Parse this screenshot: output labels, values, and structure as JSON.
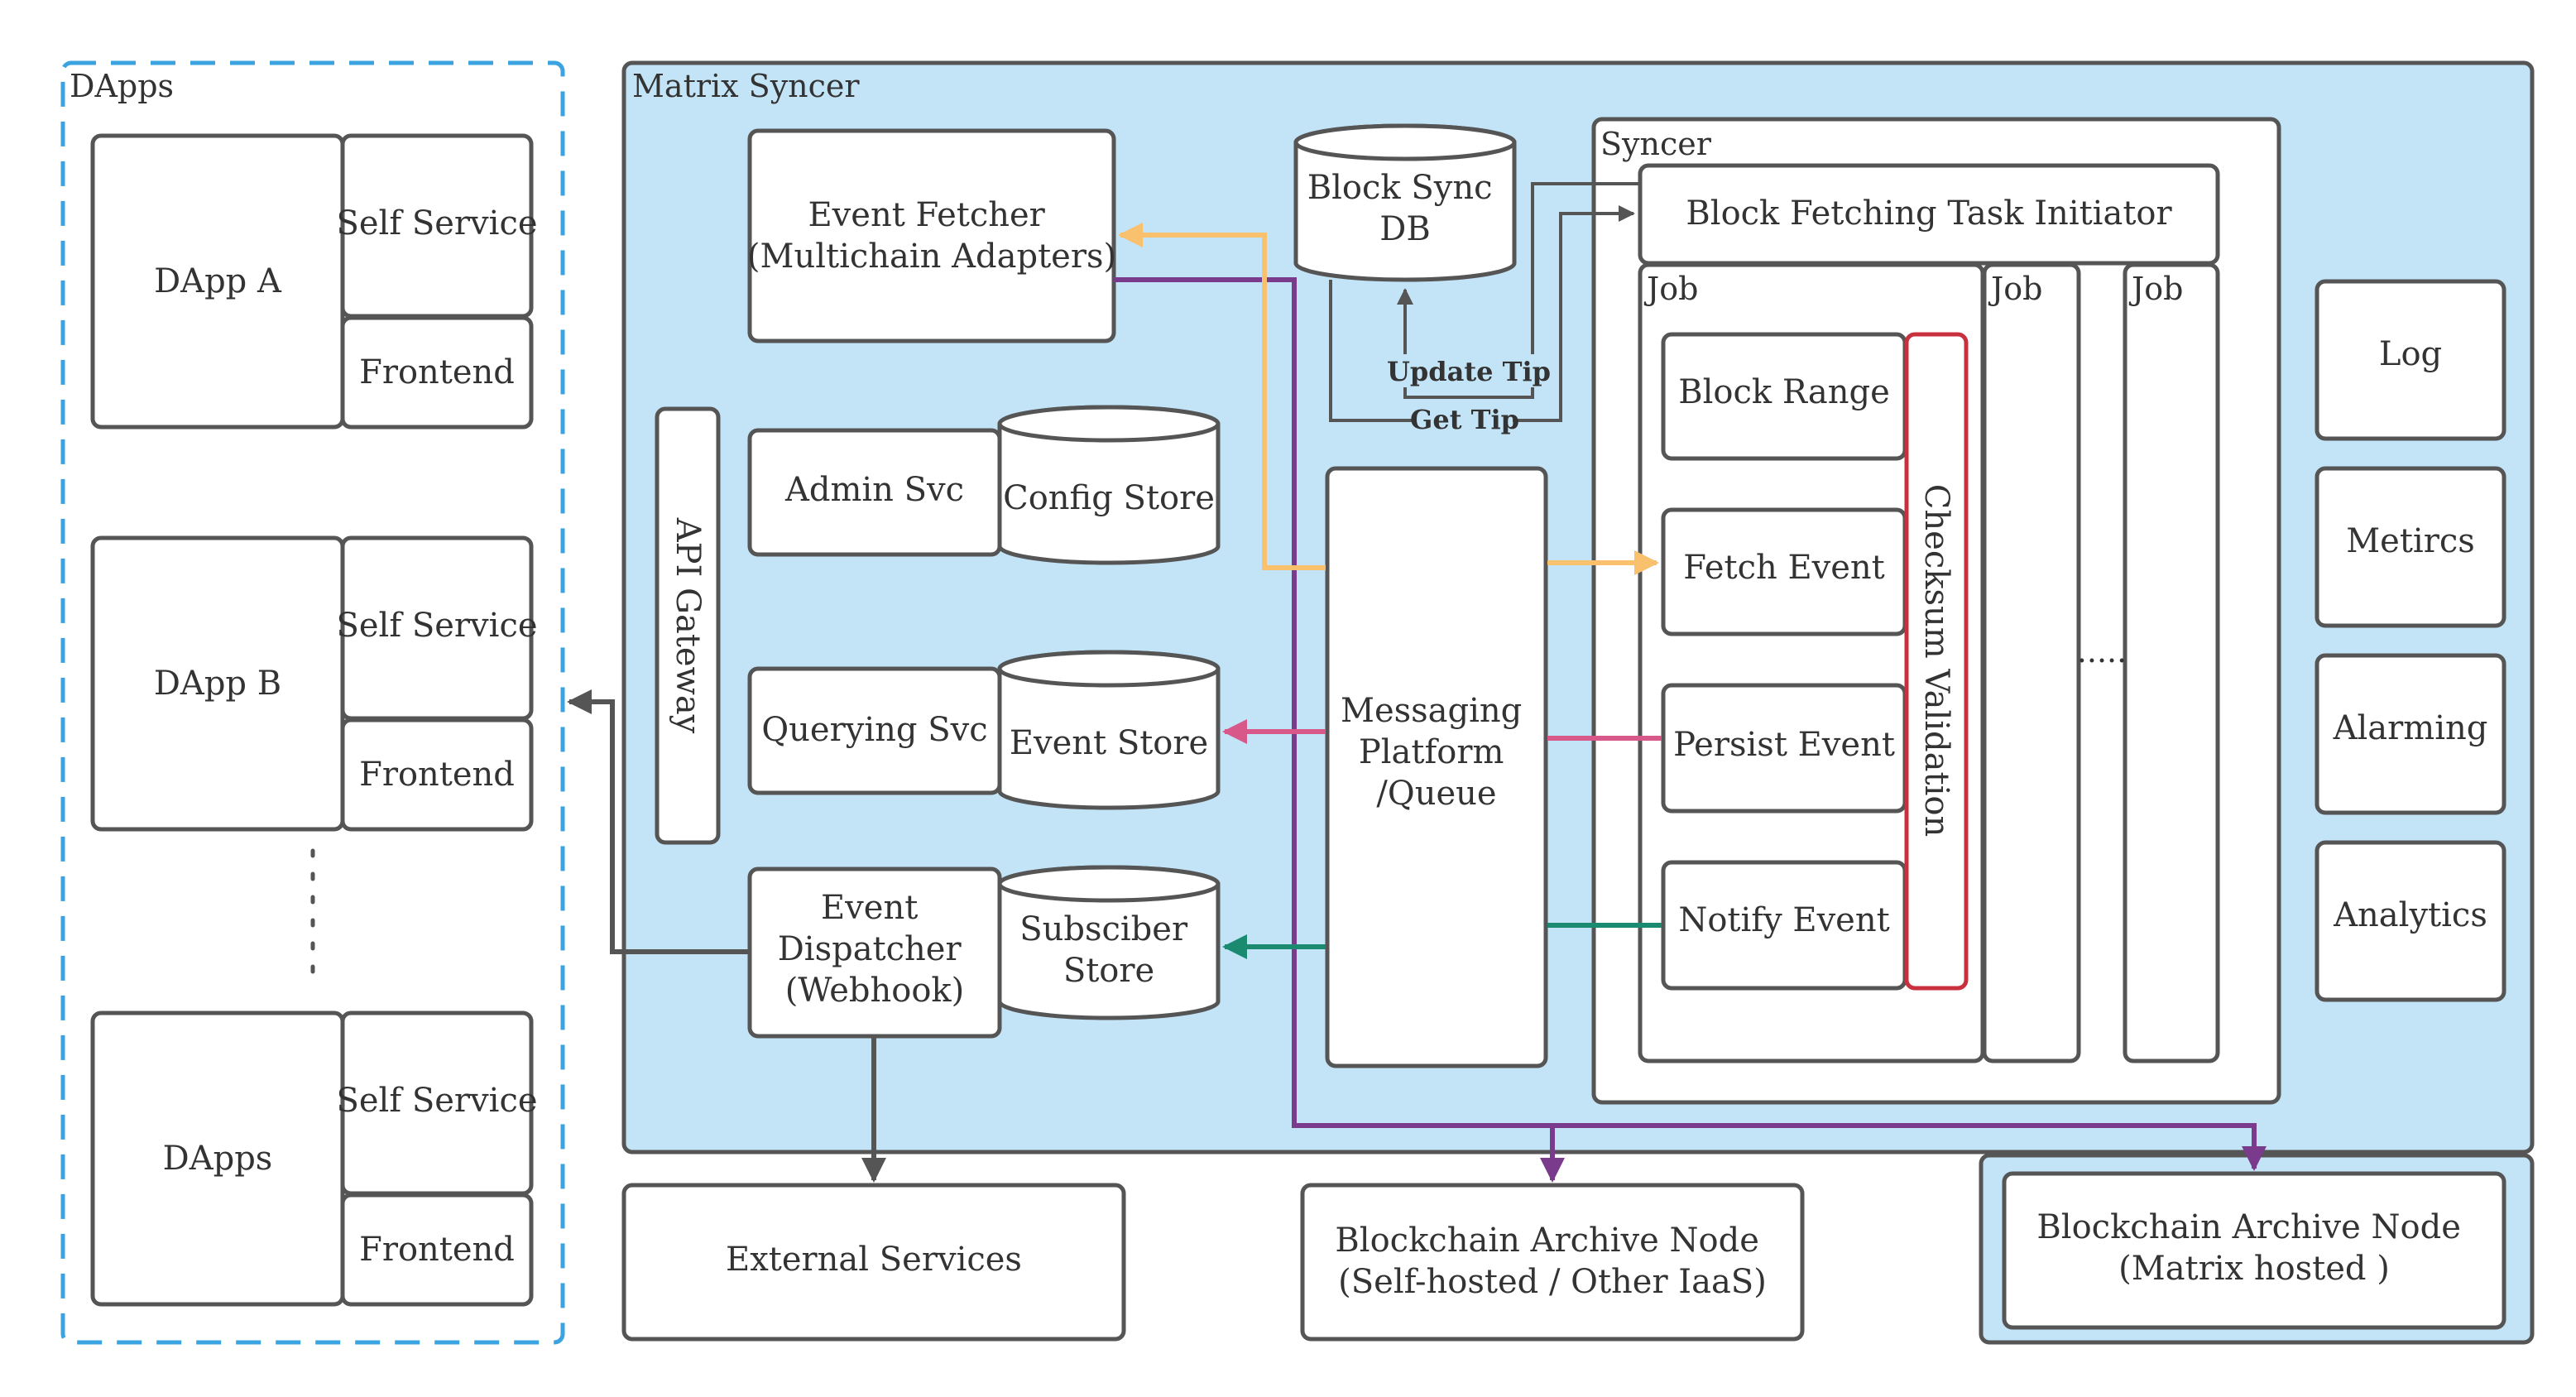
{
  "groups": {
    "dapps": "DApps",
    "matrix_syncer": "Matrix Syncer",
    "syncer": "Syncer"
  },
  "dapps": [
    {
      "name": "DApp A",
      "self_service": "Self Service",
      "frontend": "Frontend"
    },
    {
      "name": "DApp B",
      "self_service": "Self Service",
      "frontend": "Frontend"
    },
    {
      "name": "DApps",
      "self_service": "Self Service",
      "frontend": "Frontend"
    }
  ],
  "dapps_ellipsis": "⋮",
  "components": {
    "event_fetcher": [
      "Event Fetcher",
      "(Multichain Adapters)"
    ],
    "block_sync_db": [
      "Block Sync",
      "DB"
    ],
    "admin_svc": "Admin Svc",
    "config_store": "Config Store",
    "api_gateway": "API Gateway",
    "querying_svc": "Querying Svc",
    "event_store": "Event Store",
    "event_dispatcher": [
      "Event",
      "Dispatcher",
      "(Webhook)"
    ],
    "subscriber_store": [
      "Subsciber",
      "Store"
    ],
    "messaging_platform": [
      "Messaging",
      "Platform",
      "/Queue"
    ],
    "block_fetching_task_initiator": "Block Fetching Task Initiator",
    "job_labels": [
      "Job",
      "Job",
      "Job"
    ],
    "job_ellipsis": ".....",
    "block_range": "Block Range",
    "fetch_event": "Fetch Event",
    "persist_event": "Persist Event",
    "notify_event": "Notify Event",
    "checksum_validation": "Checksum Validation",
    "log": "Log",
    "metrics": "Metircs",
    "alarming": "Alarming",
    "analytics": "Analytics",
    "external_services": "External Services",
    "archive_node_self": [
      "Blockchain Archive Node",
      "(Self-hosted / Other IaaS)"
    ],
    "archive_node_matrix": [
      "Blockchain Archive Node",
      "(Matrix hosted )"
    ]
  },
  "edge_labels": {
    "update_tip": "Update Tip",
    "get_tip": "Get Tip"
  },
  "colors": {
    "group_fill": "#c3e3f6",
    "dapps_border": "#3aa3e0",
    "box_stroke": "#555555",
    "fetch_flow": "#f9c06d",
    "persist_flow": "#d9588a",
    "notify_flow": "#1a8a70",
    "archive_flow": "#7a3b8c",
    "checksum_border": "#c8303e"
  }
}
